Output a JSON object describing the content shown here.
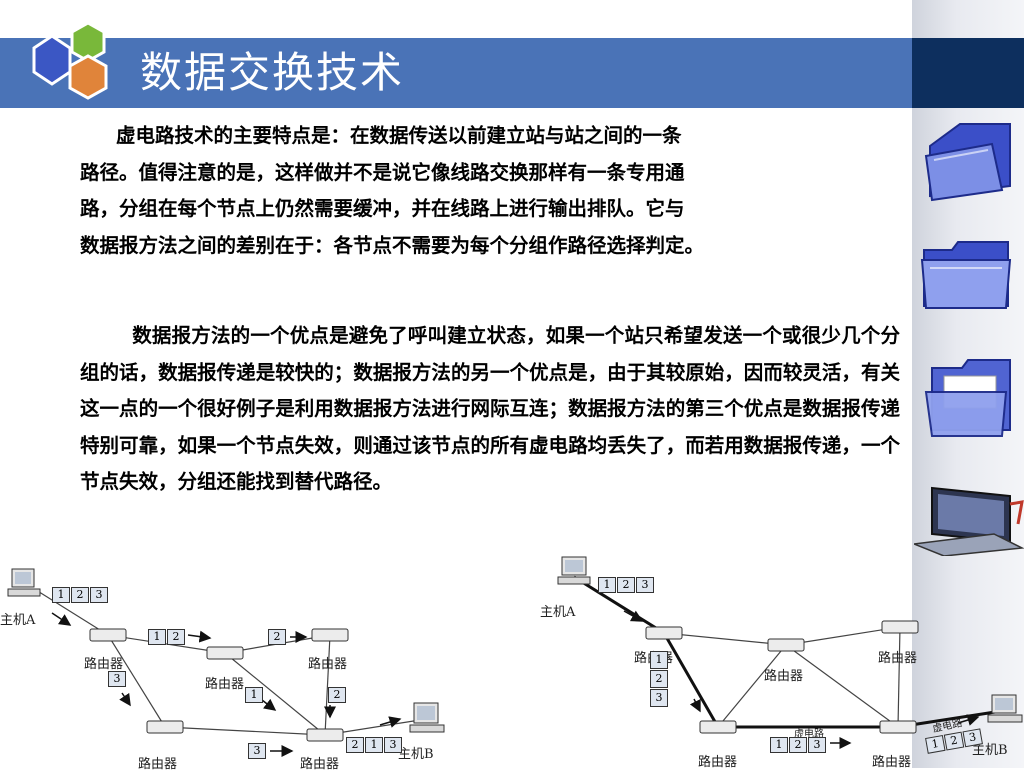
{
  "slide": {
    "title": "数据交换技术",
    "paragraph1": {
      "p1_bold": "虚",
      "p1_text": "电路技术的主要特点是：在数据传送以前建立站与站之间的一条",
      "p1_bold2": "路径。",
      "p1_text2": "值得注意的是，这样做并不是说它像线路交换那样有一条专用通",
      "p1_bold3": "路，分",
      "p1_text3": "组在每个节点上仍然需要缓冲，并在线路上进行输出排队。它与",
      "p1_bold4": "数据",
      "p1_text4": "报方法之间的差别在于：各节点不需要为每个分组作路径选择判定。"
    },
    "paragraph2": {
      "p2_bold": "数据",
      "p2_text": "报方法的一个优点是避免了呼叫建立状态，如果一个站只希望发送一个或很少几个分组的话，数据报传递是较快的；数据报方法的另",
      "p2_bold2": "一个",
      "p2_text2": "优点是，由于其较原始，因而较灵活，有关这一点的一个很好例子",
      "p2_bold3": "是利用数据",
      "p2_text3": "报方法进行网际互连；数据报方法的第三个优点是数据报传递特别可靠，如果一个节点失效，则通过该节点的所有虚电路均丢失了，",
      "p2_bold4": "而若用数据",
      "p2_text4": "报传递，一个节点失效，分组还能找到替代路径。"
    }
  },
  "diagram_left": {
    "host_a": "主机A",
    "host_b": "主机B",
    "router": "路由器",
    "pkt_a": [
      "1",
      "2",
      "3"
    ],
    "pkt_top": [
      "1",
      "2"
    ],
    "pkt_top_right": "2",
    "pkt_down": "3",
    "pkt_mid": "1",
    "pkt_right_down": "2",
    "pkt_bottom": "3",
    "pkt_b": [
      "2",
      "1",
      "3"
    ]
  },
  "diagram_right": {
    "host_a": "主机A",
    "host_b": "主机B",
    "router": "路由器",
    "virtual_circuit": "虚电路",
    "pkt_a": [
      "1",
      "2",
      "3"
    ],
    "pkt_diag": [
      "1",
      "2",
      "3"
    ],
    "pkt_bottom": [
      "1",
      "2",
      "3"
    ],
    "pkt_b": [
      "1",
      "2",
      "3"
    ]
  },
  "colors": {
    "title_bar": "#4a73b7",
    "title_bar_dark": "#0d2f5e",
    "hex_blue": "#3b57c4",
    "hex_green": "#79b83a",
    "hex_orange": "#e0843a"
  },
  "icons": [
    "folder-open-icon",
    "folder-icon",
    "folder-open-icon",
    "laptop-cart-icon"
  ]
}
